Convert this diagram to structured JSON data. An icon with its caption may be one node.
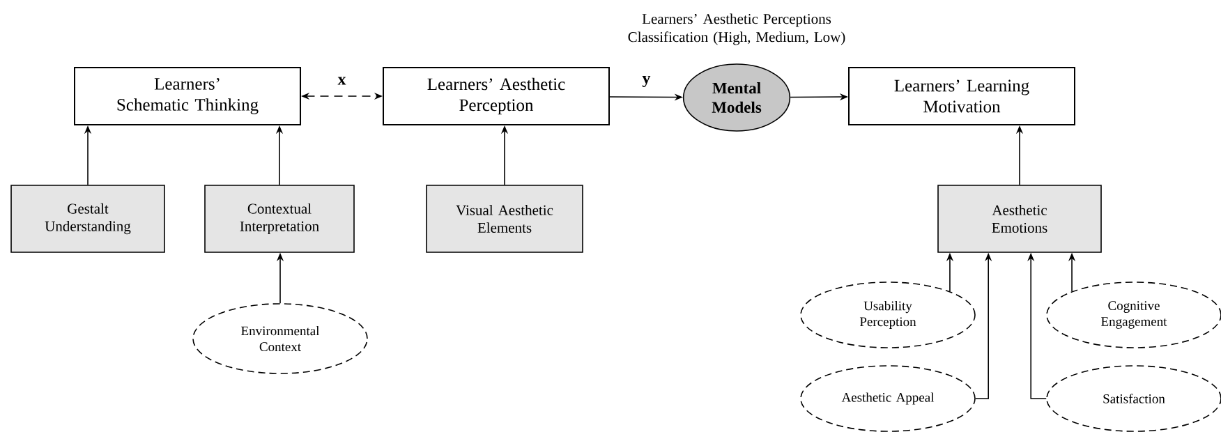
{
  "diagram": {
    "nodes": [
      {
        "text": [
          "Learners’ Schematic Thinking"
        ]
      },
      {
        "text": [
          "Learners’ Aesthetic Perception"
        ]
      },
      {
        "text": [
          "Mental Models"
        ],
        "beside": [
          "Learners’ Aesthetic Perceptions Classification (High, Medium, Low)"
        ]
      },
      {
        "text": [
          "Learners’ Learning Motivation"
        ]
      },
      {
        "text": [
          "Gestalt Understanding"
        ]
      },
      {
        "text": [
          "Contextual Interpretation"
        ]
      },
      {
        "text": [
          "Visual Aesthetic Elements"
        ]
      },
      {
        "text": [
          "Aesthetic Emotions"
        ]
      },
      {
        "text": [
          "Environmental Context"
        ]
      },
      {
        "text": [
          "Usability Perception"
        ]
      },
      {
        "text": [
          "Cognitive Engagement"
        ]
      },
      {
        "text": [
          "Aesthetic Appeal"
        ]
      },
      {
        "text": [
          "Satisfaction"
        ]
      }
    ],
    "edges": [
      {
        "from": 0,
        "to": 1,
        "arrow": "both",
        "style": "dashed",
        "label": "x"
      },
      {
        "from": 1,
        "to": 2,
        "arrow": "to",
        "label": "y"
      },
      {
        "from": 2,
        "to": 3,
        "arrow": "to"
      },
      {
        "from": 4,
        "to": 0,
        "arrow": "to"
      },
      {
        "from": 5,
        "to": 0,
        "arrow": "to"
      },
      {
        "from": 8,
        "to": 5,
        "arrow": "to"
      },
      {
        "from": 6,
        "to": 1,
        "arrow": "to"
      },
      {
        "from": 7,
        "to": 3,
        "arrow": "to"
      },
      {
        "from": 9,
        "to": 7,
        "arrow": "to"
      },
      {
        "from": 11,
        "to": 7,
        "arrow": "to"
      },
      {
        "from": 12,
        "to": 7,
        "arrow": "to"
      },
      {
        "from": 10,
        "to": 7,
        "arrow": "to"
      }
    ]
  }
}
